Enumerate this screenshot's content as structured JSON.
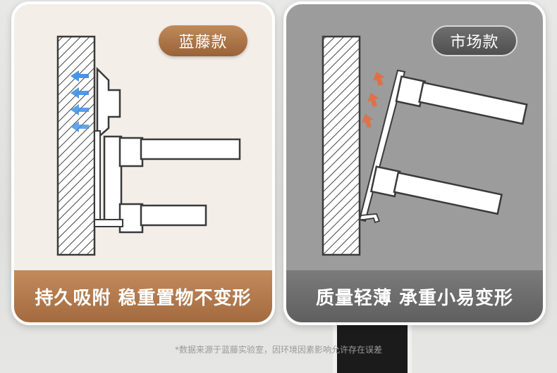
{
  "left_panel": {
    "badge": "蓝藤款",
    "caption": "持久吸附 稳重置物不变形",
    "accent_color": "#b07648",
    "arrow_color": "#3d8fe6"
  },
  "right_panel": {
    "badge": "市场款",
    "caption": "质量轻薄 承重小易变形",
    "accent_color": "#666666",
    "arrow_color": "#ea6a38"
  },
  "footnote": "*数据来源于蓝藤实验室，因环境因素影响允许存在误差"
}
